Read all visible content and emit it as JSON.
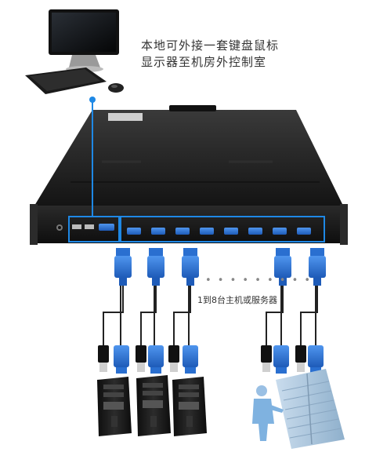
{
  "caption": {
    "line1": "本地可外接一套键盘鼠标",
    "line2": "显示器至机房外控制室"
  },
  "servers_label": "1到8台主机或服务器",
  "ellipsis": "• • • • • • • • •",
  "colors": {
    "accent_blue": "#1e88e5",
    "chassis": "#1c1c1c",
    "vga_blue": "#2a6fd0",
    "cable": "#222222"
  },
  "ports": {
    "count": 8
  },
  "icons": [
    "monitor-icon",
    "keyboard-icon",
    "mouse-icon",
    "kvm-switch-icon",
    "vga-connector-icon",
    "usb-connector-icon",
    "tower-pc-icon",
    "server-rack-icon",
    "person-icon"
  ]
}
